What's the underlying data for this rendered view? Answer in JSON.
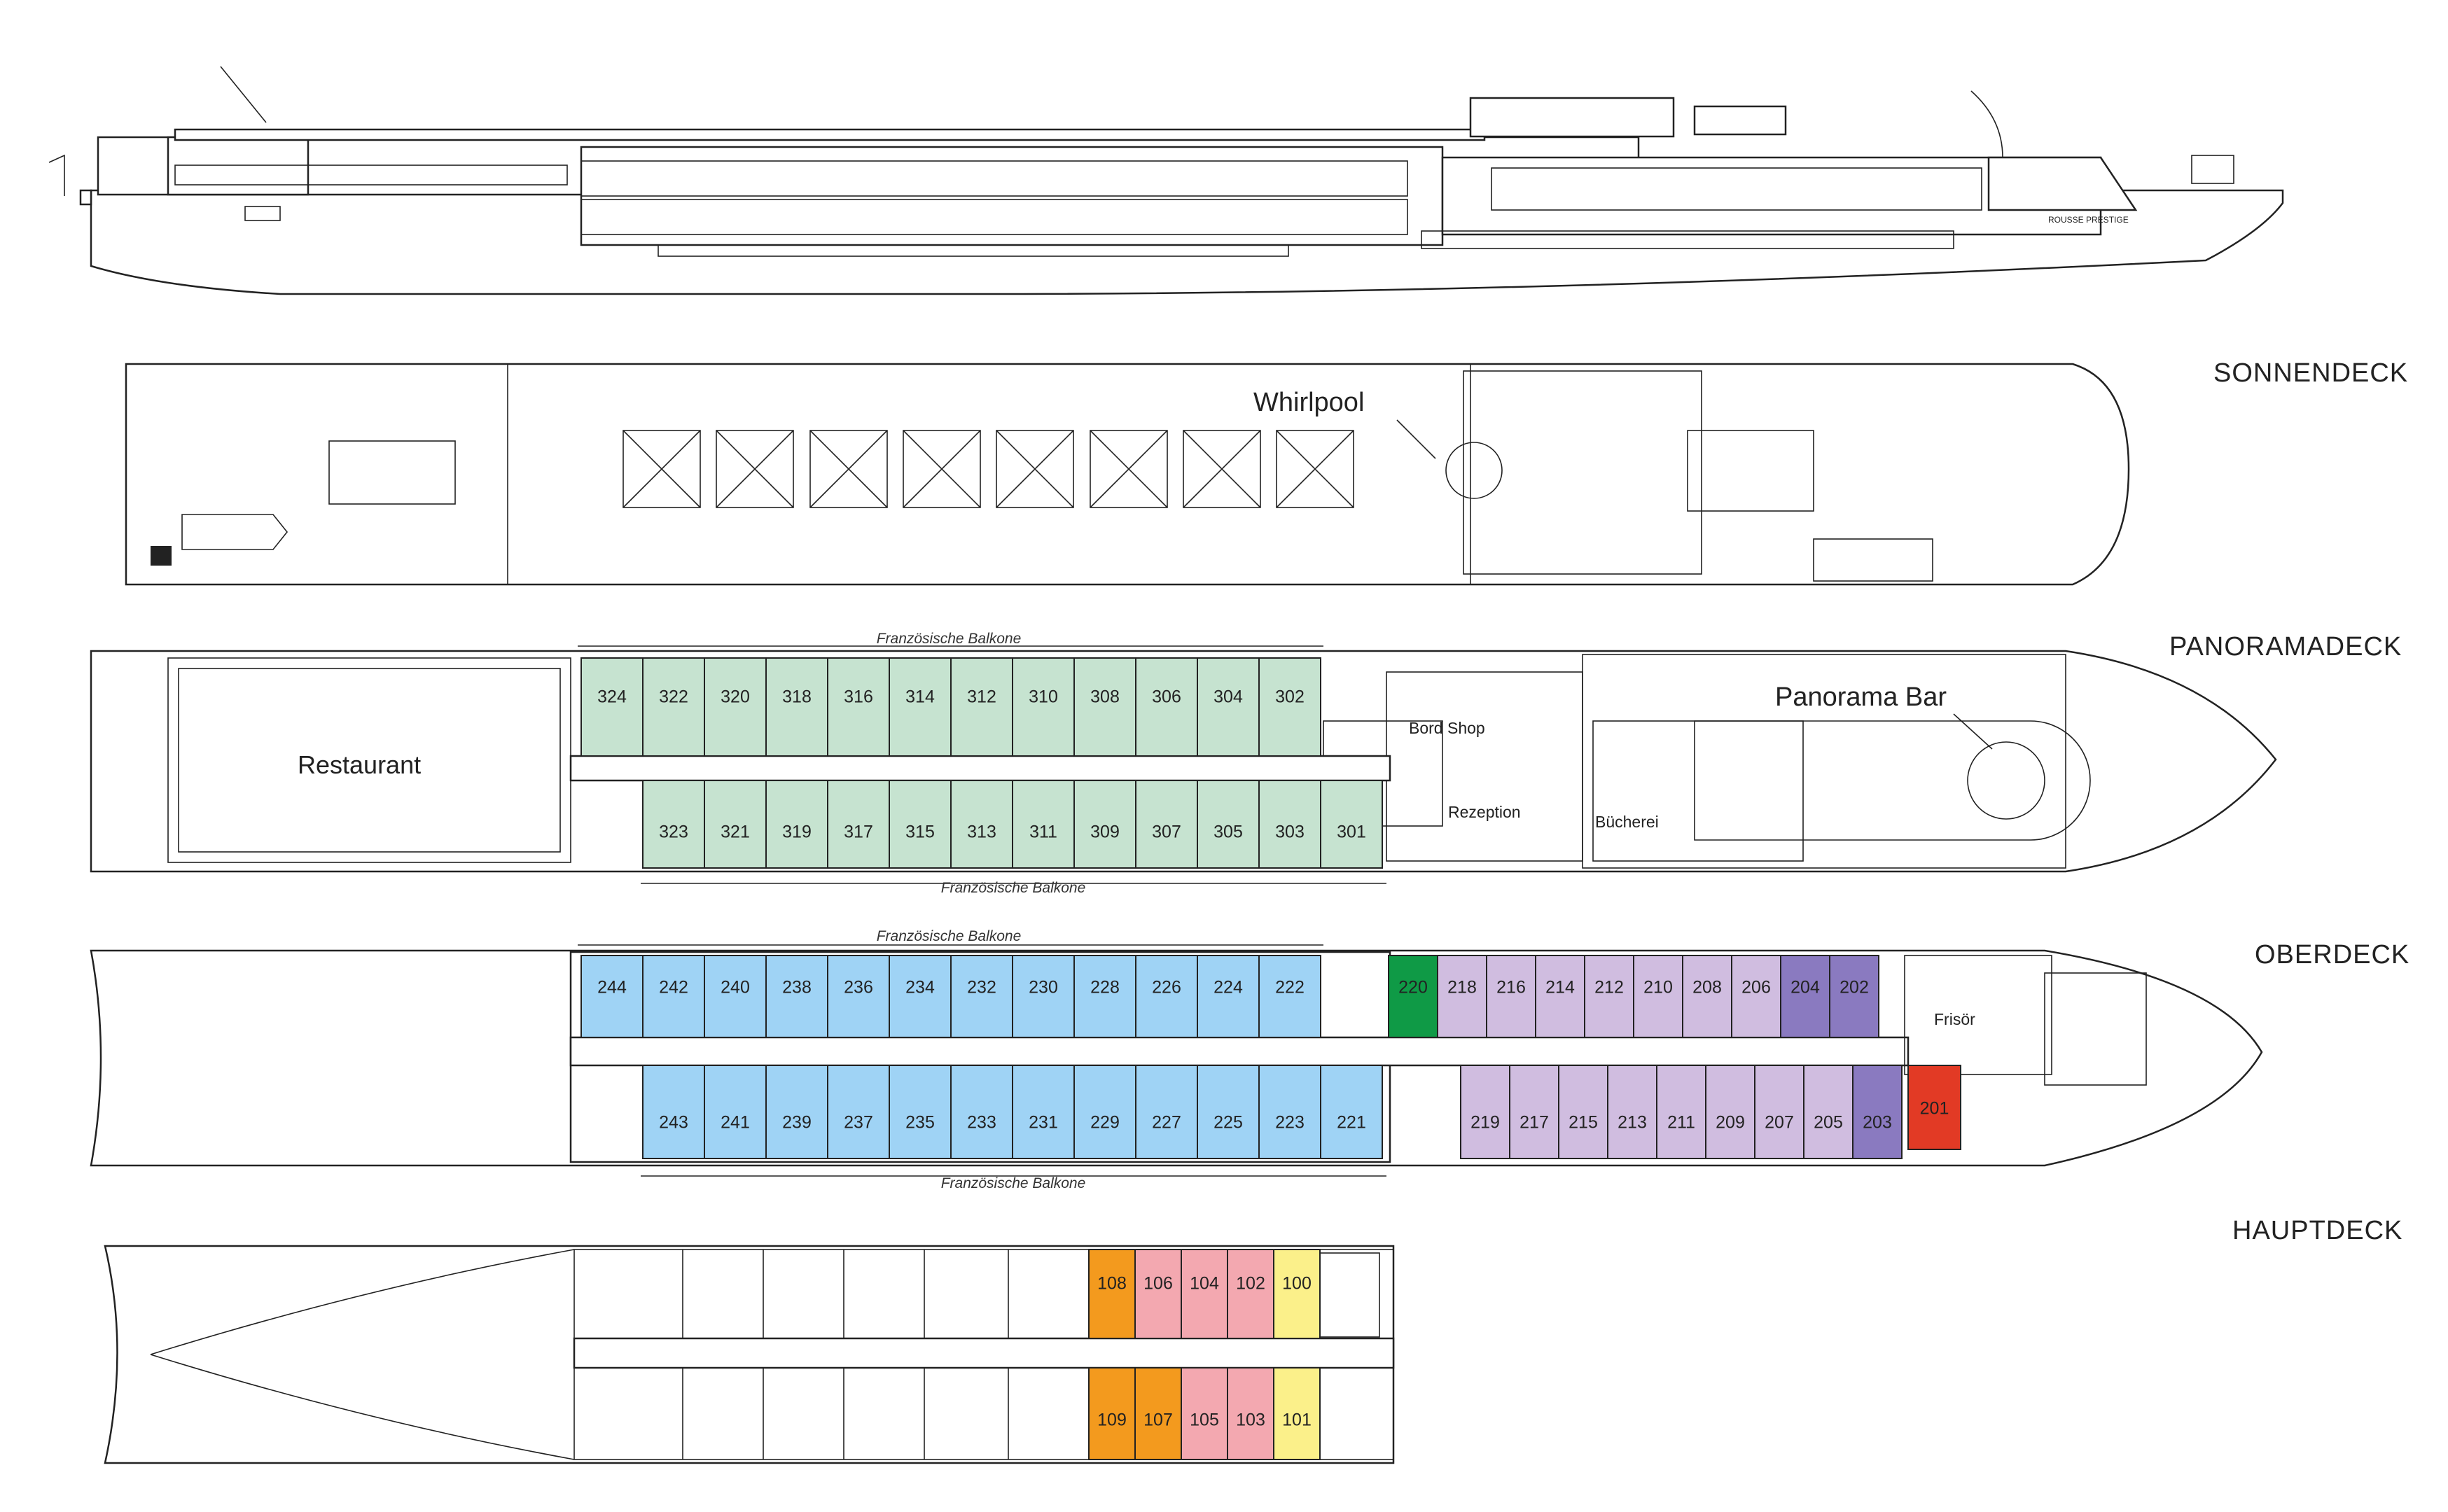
{
  "decks": {
    "sonnendeck": "SONNENDECK",
    "panoramadeck": "PANORAMADECK",
    "oberdeck": "OBERDECK",
    "hauptdeck": "HAUPTDECK"
  },
  "ship_name": "ROUSSE PRESTIGE",
  "labels": {
    "whirlpool": "Whirlpool",
    "restaurant": "Restaurant",
    "panorama_bar": "Panorama Bar",
    "bord_shop": "Bord Shop",
    "rezeption": "Rezeption",
    "buecherei": "Bücherei",
    "frisoer": "Frisör",
    "balkone": "Französische Balkone"
  },
  "colors": {
    "mint": "#c6e3d0",
    "sky": "#9fd3f5",
    "lilac": "#d0bde0",
    "purple": "#8a7ac0",
    "green": "#0f9a46",
    "red": "#e23a25",
    "orange": "#f39a1e",
    "pink": "#f3a8b0",
    "yellow": "#fbf08a",
    "white": "#ffffff"
  },
  "cabins": {
    "panorama_top": [
      {
        "num": "324",
        "color": "mint"
      },
      {
        "num": "322",
        "color": "mint"
      },
      {
        "num": "320",
        "color": "mint"
      },
      {
        "num": "318",
        "color": "mint"
      },
      {
        "num": "316",
        "color": "mint"
      },
      {
        "num": "314",
        "color": "mint"
      },
      {
        "num": "312",
        "color": "mint"
      },
      {
        "num": "310",
        "color": "mint"
      },
      {
        "num": "308",
        "color": "mint"
      },
      {
        "num": "306",
        "color": "mint"
      },
      {
        "num": "304",
        "color": "mint"
      },
      {
        "num": "302",
        "color": "mint"
      }
    ],
    "panorama_bottom": [
      {
        "num": "323",
        "color": "mint"
      },
      {
        "num": "321",
        "color": "mint"
      },
      {
        "num": "319",
        "color": "mint"
      },
      {
        "num": "317",
        "color": "mint"
      },
      {
        "num": "315",
        "color": "mint"
      },
      {
        "num": "313",
        "color": "mint"
      },
      {
        "num": "311",
        "color": "mint"
      },
      {
        "num": "309",
        "color": "mint"
      },
      {
        "num": "307",
        "color": "mint"
      },
      {
        "num": "305",
        "color": "mint"
      },
      {
        "num": "303",
        "color": "mint"
      },
      {
        "num": "301",
        "color": "mint"
      }
    ],
    "ober_top": [
      {
        "num": "244",
        "color": "sky"
      },
      {
        "num": "242",
        "color": "sky"
      },
      {
        "num": "240",
        "color": "sky"
      },
      {
        "num": "238",
        "color": "sky"
      },
      {
        "num": "236",
        "color": "sky"
      },
      {
        "num": "234",
        "color": "sky"
      },
      {
        "num": "232",
        "color": "sky"
      },
      {
        "num": "230",
        "color": "sky"
      },
      {
        "num": "228",
        "color": "sky"
      },
      {
        "num": "226",
        "color": "sky"
      },
      {
        "num": "224",
        "color": "sky"
      },
      {
        "num": "222",
        "color": "sky"
      }
    ],
    "ober_bottom": [
      {
        "num": "243",
        "color": "sky"
      },
      {
        "num": "241",
        "color": "sky"
      },
      {
        "num": "239",
        "color": "sky"
      },
      {
        "num": "237",
        "color": "sky"
      },
      {
        "num": "235",
        "color": "sky"
      },
      {
        "num": "233",
        "color": "sky"
      },
      {
        "num": "231",
        "color": "sky"
      },
      {
        "num": "229",
        "color": "sky"
      },
      {
        "num": "227",
        "color": "sky"
      },
      {
        "num": "225",
        "color": "sky"
      },
      {
        "num": "223",
        "color": "sky"
      },
      {
        "num": "221",
        "color": "sky"
      }
    ],
    "ober_fore_top": [
      {
        "num": "220",
        "color": "green"
      },
      {
        "num": "218",
        "color": "lilac"
      },
      {
        "num": "216",
        "color": "lilac"
      },
      {
        "num": "214",
        "color": "lilac"
      },
      {
        "num": "212",
        "color": "lilac"
      },
      {
        "num": "210",
        "color": "lilac"
      },
      {
        "num": "208",
        "color": "lilac"
      },
      {
        "num": "206",
        "color": "lilac"
      },
      {
        "num": "204",
        "color": "purple"
      },
      {
        "num": "202",
        "color": "purple"
      }
    ],
    "ober_fore_bottom": [
      {
        "num": "219",
        "color": "lilac"
      },
      {
        "num": "217",
        "color": "lilac"
      },
      {
        "num": "215",
        "color": "lilac"
      },
      {
        "num": "213",
        "color": "lilac"
      },
      {
        "num": "211",
        "color": "lilac"
      },
      {
        "num": "209",
        "color": "lilac"
      },
      {
        "num": "207",
        "color": "lilac"
      },
      {
        "num": "205",
        "color": "lilac"
      },
      {
        "num": "203",
        "color": "purple"
      }
    ],
    "ober_201": {
      "num": "201",
      "color": "red"
    },
    "haupt_top": [
      {
        "num": "108",
        "color": "orange"
      },
      {
        "num": "106",
        "color": "pink"
      },
      {
        "num": "104",
        "color": "pink"
      },
      {
        "num": "102",
        "color": "pink"
      },
      {
        "num": "100",
        "color": "yellow"
      }
    ],
    "haupt_bottom": [
      {
        "num": "109",
        "color": "orange"
      },
      {
        "num": "107",
        "color": "orange"
      },
      {
        "num": "105",
        "color": "pink"
      },
      {
        "num": "103",
        "color": "pink"
      },
      {
        "num": "101",
        "color": "yellow"
      }
    ]
  }
}
